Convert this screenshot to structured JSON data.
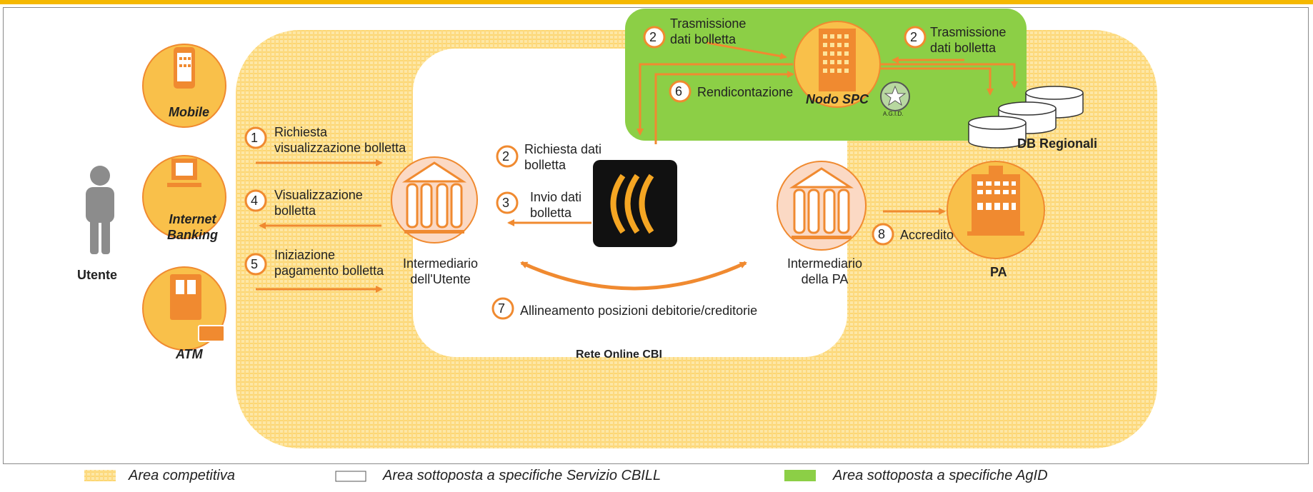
{
  "actors": {
    "user": "Utente",
    "mobile": "Mobile",
    "internet_banking": "Internet\nBanking",
    "atm": "ATM",
    "intermediary_user": "Intermediario\ndell'Utente",
    "intermediary_pa": "Intermediario\ndella PA",
    "nodo": "Nodo SPC",
    "agid_seal": "A.G.I.D.",
    "db": "DB Regionali",
    "pa": "PA",
    "network": "Rete Online CBI"
  },
  "steps": {
    "s1": {
      "num": "1",
      "text": "Richiesta\nvisualizzazione bolletta"
    },
    "s2_left": {
      "num": "2",
      "text": "Trasmissione\ndati bolletta"
    },
    "s2_right": {
      "num": "2",
      "text": "Trasmissione\ndati bolletta"
    },
    "s2_center": {
      "num": "2",
      "text": "Richiesta dati\nbolletta"
    },
    "s3": {
      "num": "3",
      "text": "Invio dati\nbolletta"
    },
    "s4": {
      "num": "4",
      "text": "Visualizzazione\nbolletta"
    },
    "s5": {
      "num": "5",
      "text": "Iniziazione\npagamento bolletta"
    },
    "s6": {
      "num": "6",
      "text": "Rendicontazione"
    },
    "s7": {
      "num": "7",
      "text": "Allineamento posizioni debitorie/creditorie"
    },
    "s8": {
      "num": "8",
      "text": "Accredito"
    }
  },
  "legend": {
    "competitive": "Area competitiva",
    "cbill": "Area sottoposta a specifiche Servizio CBILL",
    "agid": "Area sottoposta a specifiche AgID"
  },
  "colors": {
    "orange": "#f08a30",
    "yellow": "#fde39a",
    "green": "#8ccf46",
    "salmon": "#fbd9c4"
  }
}
